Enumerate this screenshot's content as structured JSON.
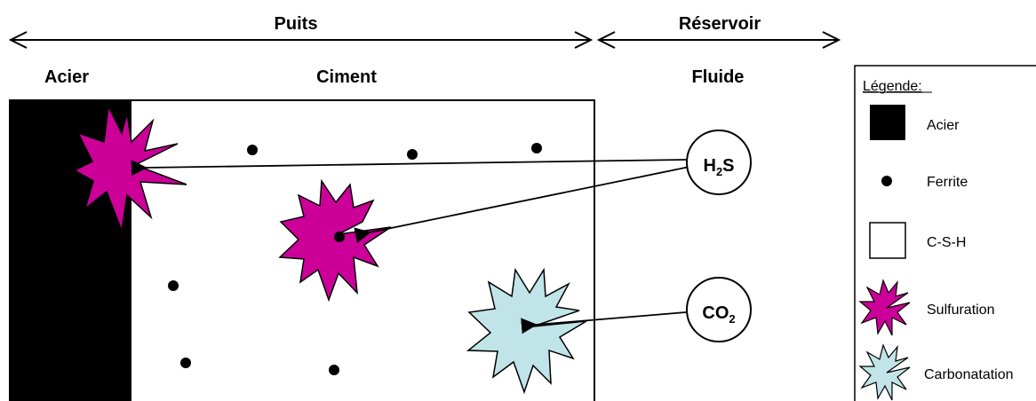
{
  "headers": {
    "puits": "Puits",
    "reservoir": "Réservoir",
    "acier": "Acier",
    "ciment": "Ciment",
    "fluide": "Fluide"
  },
  "species": {
    "h2s": {
      "main": "H",
      "sub": "2",
      "tail": "S"
    },
    "co2": {
      "main": "CO",
      "sub": "2"
    }
  },
  "legend": {
    "title": "Légende:",
    "items": [
      {
        "symbol": "black-square",
        "label": "Acier"
      },
      {
        "symbol": "dot",
        "label": "Ferrite"
      },
      {
        "symbol": "white-square",
        "label": "C-S-H"
      },
      {
        "symbol": "magenta-star",
        "label": "Sulfuration"
      },
      {
        "symbol": "blue-star",
        "label": "Carbonatation"
      }
    ]
  },
  "colors": {
    "acier": "#000000",
    "sulfuration": "#cc0099",
    "carbonatation": "#c0e4e8",
    "outline": "#000000"
  }
}
